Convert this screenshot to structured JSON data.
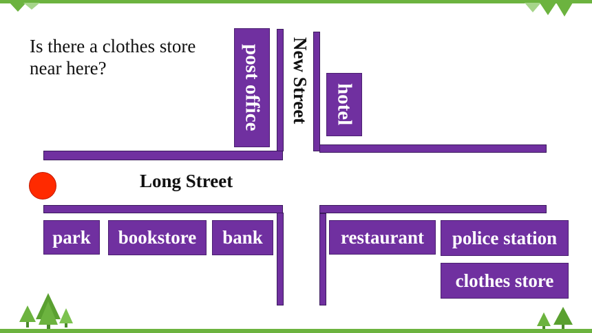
{
  "question": "Is there a clothes store near here?",
  "streets": {
    "long": "Long Street",
    "new": "New Street"
  },
  "places": {
    "post_office": "post office",
    "hotel": "hotel",
    "park": "park",
    "bookstore": "bookstore",
    "bank": "bank",
    "restaurant": "restaurant",
    "police_station": "police station",
    "clothes_store": "clothes store"
  },
  "colors": {
    "building": "#7030a0",
    "accent_green": "#6cb33f",
    "location_marker": "#ff2a00"
  },
  "icons": {
    "location_marker": "red-circle-icon",
    "decoration": "pine-tree-icon"
  }
}
